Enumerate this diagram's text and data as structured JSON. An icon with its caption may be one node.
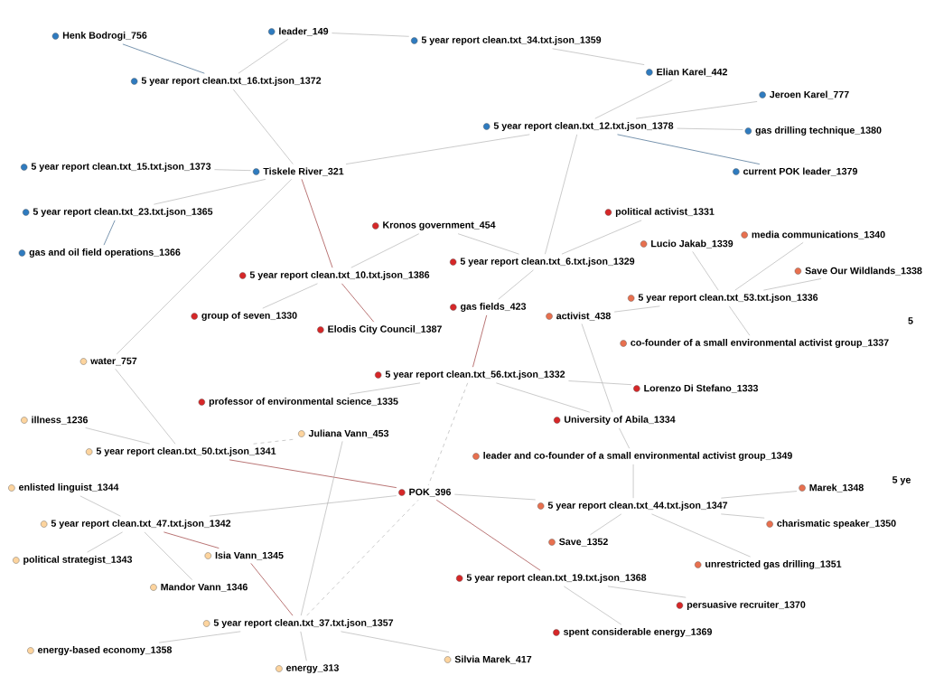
{
  "diagram": {
    "nodes": [
      {
        "text": [
          "leader_149"
        ]
      },
      {
        "text": [
          "5 year report clean.txt_34.txt.json_1359"
        ]
      },
      {
        "text": [
          "Henk Bodrogi_756"
        ]
      },
      {
        "text": [
          "Elian Karel_442"
        ]
      },
      {
        "text": [
          "5 year report clean.txt_16.txt.json_1372"
        ]
      },
      {
        "text": [
          "Jeroen Karel_777"
        ]
      },
      {
        "text": [
          "gas drilling technique_1380"
        ]
      },
      {
        "text": [
          "5 year report clean.txt_12.txt.json_1378"
        ]
      },
      {
        "text": [
          "current POK leader_1379"
        ]
      },
      {
        "text": [
          "gas and oil field operations_1366"
        ]
      },
      {
        "text": [
          "5 year report clean.txt_23.txt.json_1365"
        ]
      },
      {
        "text": [
          "Tiskele River_321"
        ]
      },
      {
        "text": [
          "5 year report clean.txt_15.txt.json_1373"
        ]
      },
      {
        "text": [
          "Kronos government_454"
        ]
      },
      {
        "text": [
          "5 year report clean.txt_10.txt.json_1386"
        ]
      },
      {
        "text": [
          "Lucio Jakab_1339"
        ]
      },
      {
        "text": [
          "group of seven_1330"
        ]
      },
      {
        "text": [
          "political activist_1331"
        ]
      },
      {
        "text": [
          "media communications_1340"
        ]
      },
      {
        "text": [
          "5 year report clean.txt_6.txt.json_1329"
        ]
      },
      {
        "text": [
          "co-founder of a small environmental activist group_1337"
        ]
      },
      {
        "text": [
          "Elodis City Council_1387"
        ]
      },
      {
        "text": [
          "5 year report clean.txt_53.txt.json_1336"
        ]
      },
      {
        "text": [
          "gas fields_423"
        ]
      },
      {
        "text": [
          "Save Our Wildlands_1338"
        ]
      },
      {
        "text": [
          "activist_438"
        ]
      },
      {
        "text": [
          "Lorenzo Di Stefano_1333"
        ]
      },
      {
        "text": [
          "5 year report clean.txt_56.txt.json_1332"
        ]
      },
      {
        "text": [
          "professor of environmental science_1335"
        ]
      },
      {
        "text": [
          "water_757"
        ]
      },
      {
        "text": [
          "University of Abila_1334"
        ]
      },
      {
        "text": [
          "illness_1236"
        ]
      },
      {
        "text": [
          "5 year report clean.txt_50.txt.json_1341"
        ]
      },
      {
        "text": [
          "leader and co-founder of a small environmental activist group_1349"
        ]
      },
      {
        "text": [
          "enlisted linguist_1344"
        ]
      },
      {
        "text": [
          "Marek_1348"
        ]
      },
      {
        "text": [
          "Juliana Vann_453"
        ]
      },
      {
        "text": [
          "POK_396"
        ]
      },
      {
        "text": [
          "political strategist_1343"
        ]
      },
      {
        "text": [
          "5 year report clean.txt_44.txt.json_1347"
        ]
      },
      {
        "text": [
          "5 year report clean.txt_47.txt.json_1342"
        ]
      },
      {
        "text": [
          "Save_1352"
        ]
      },
      {
        "text": [
          "charismatic speaker_1350"
        ]
      },
      {
        "text": [
          "Mandor Vann_1346"
        ]
      },
      {
        "text": [
          "unrestricted gas drilling_1351"
        ]
      },
      {
        "text": [
          "Isia Vann_1345"
        ]
      },
      {
        "text": [
          "5 year report clean.txt_37.txt.json_1357"
        ]
      },
      {
        "text": [
          "Silvia Marek_417"
        ]
      },
      {
        "text": [
          "5 year report clean.txt_19.txt.json_1368"
        ]
      },
      {
        "text": [
          "energy-based economy_1358"
        ]
      },
      {
        "text": [
          "persuasive recruiter_1370"
        ]
      },
      {
        "text": [
          "energy_313"
        ]
      },
      {
        "text": [
          "spent considerable energy_1369"
        ]
      }
    ],
    "edges": [
      {
        "from": 0,
        "to": 1,
        "arrow": "none"
      },
      {
        "from": 0,
        "to": 4,
        "arrow": "none"
      },
      {
        "from": 1,
        "to": 3,
        "arrow": "none"
      },
      {
        "from": 2,
        "to": 4,
        "arrow": "none",
        "color": "#1f4e79"
      },
      {
        "from": 3,
        "to": 7,
        "arrow": "none"
      },
      {
        "from": 5,
        "to": 7,
        "arrow": "none"
      },
      {
        "from": 6,
        "to": 7,
        "arrow": "none"
      },
      {
        "from": 8,
        "to": 7,
        "arrow": "none",
        "color": "#1f4e79"
      },
      {
        "from": 4,
        "to": 11,
        "arrow": "none"
      },
      {
        "from": 7,
        "to": 11,
        "arrow": "none"
      },
      {
        "from": 9,
        "to": 10,
        "arrow": "none",
        "color": "#1f4e79"
      },
      {
        "from": 10,
        "to": 11,
        "arrow": "none"
      },
      {
        "from": 12,
        "to": 11,
        "arrow": "none"
      },
      {
        "from": 11,
        "to": 29,
        "arrow": "none"
      },
      {
        "from": 11,
        "to": 14,
        "arrow": "none",
        "color": "#8b1a1a"
      },
      {
        "from": 7,
        "to": 19,
        "arrow": "none"
      },
      {
        "from": 13,
        "to": 14,
        "arrow": "none"
      },
      {
        "from": 14,
        "to": 16,
        "arrow": "none"
      },
      {
        "from": 14,
        "to": 21,
        "arrow": "none",
        "color": "#8b1a1a"
      },
      {
        "from": 19,
        "to": 13,
        "arrow": "none"
      },
      {
        "from": 19,
        "to": 17,
        "arrow": "none"
      },
      {
        "from": 19,
        "to": 23,
        "arrow": "none"
      },
      {
        "from": 22,
        "to": 15,
        "arrow": "none"
      },
      {
        "from": 22,
        "to": 18,
        "arrow": "none"
      },
      {
        "from": 22,
        "to": 20,
        "arrow": "none"
      },
      {
        "from": 22,
        "to": 24,
        "arrow": "none"
      },
      {
        "from": 22,
        "to": 25,
        "arrow": "none"
      },
      {
        "from": 23,
        "to": 27,
        "arrow": "none",
        "color": "#8b1a1a"
      },
      {
        "from": 27,
        "to": 26,
        "arrow": "none"
      },
      {
        "from": 27,
        "to": 28,
        "arrow": "none"
      },
      {
        "from": 27,
        "to": 30,
        "arrow": "none"
      },
      {
        "from": 27,
        "to": 37,
        "arrow": "none",
        "style": "dashed"
      },
      {
        "from": 30,
        "to": 33,
        "arrow": "none"
      },
      {
        "from": 30,
        "to": 25,
        "arrow": "none"
      },
      {
        "from": 32,
        "to": 29,
        "arrow": "none"
      },
      {
        "from": 32,
        "to": 31,
        "arrow": "none"
      },
      {
        "from": 32,
        "to": 36,
        "arrow": "none",
        "style": "dashed"
      },
      {
        "from": 32,
        "to": 37,
        "arrow": "none",
        "color": "#8b1a1a"
      },
      {
        "from": 40,
        "to": 34,
        "arrow": "none"
      },
      {
        "from": 40,
        "to": 38,
        "arrow": "none"
      },
      {
        "from": 40,
        "to": 43,
        "arrow": "none"
      },
      {
        "from": 40,
        "to": 45,
        "arrow": "none",
        "color": "#8b1a1a"
      },
      {
        "from": 40,
        "to": 37,
        "arrow": "none"
      },
      {
        "from": 46,
        "to": 45,
        "arrow": "none",
        "color": "#8b1a1a"
      },
      {
        "from": 46,
        "to": 36,
        "arrow": "none"
      },
      {
        "from": 46,
        "to": 47,
        "arrow": "none"
      },
      {
        "from": 46,
        "to": 49,
        "arrow": "none"
      },
      {
        "from": 46,
        "to": 51,
        "arrow": "none"
      },
      {
        "from": 46,
        "to": 37,
        "arrow": "none",
        "style": "dashed"
      },
      {
        "from": 37,
        "to": 48,
        "arrow": "none",
        "color": "#8b1a1a"
      },
      {
        "from": 48,
        "to": 50,
        "arrow": "none"
      },
      {
        "from": 48,
        "to": 52,
        "arrow": "none"
      },
      {
        "from": 39,
        "to": 33,
        "arrow": "none"
      },
      {
        "from": 39,
        "to": 35,
        "arrow": "none"
      },
      {
        "from": 39,
        "to": 41,
        "arrow": "none"
      },
      {
        "from": 39,
        "to": 42,
        "arrow": "none"
      },
      {
        "from": 39,
        "to": 44,
        "arrow": "none"
      },
      {
        "from": 37,
        "to": 39,
        "arrow": "none"
      }
    ],
    "labels": [
      "5",
      "5 ye"
    ]
  }
}
